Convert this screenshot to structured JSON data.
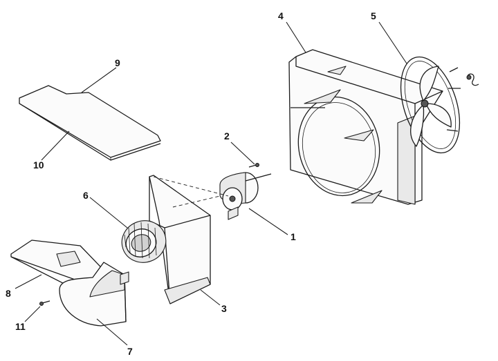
{
  "labels": {
    "p1": "1",
    "p2": "2",
    "p3": "3",
    "p4": "4",
    "p5": "5",
    "p6": "6",
    "p7": "7",
    "p8": "8",
    "p9": "9",
    "p10": "10",
    "p11": "11"
  },
  "colors": {
    "ink": "#1a1a1a",
    "paper": "#ffffff"
  }
}
